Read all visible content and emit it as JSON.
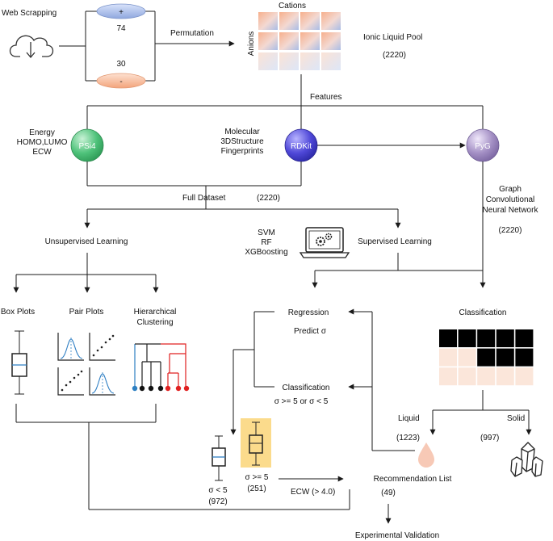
{
  "labels": {
    "web_scrapping": "Web Scrapping",
    "plus": "+",
    "minus": "-",
    "cation_count": "74",
    "anion_count": "30",
    "permutation": "Permutation",
    "cations": "Cations",
    "anions": "Anions",
    "ionic_liquid_pool": "Ionic Liquid Pool",
    "pool_count": "(2220)",
    "features": "Features",
    "energy": "Energy",
    "homo_lumo": "HOMO,LUMO",
    "ecw": "ECW",
    "psi4": "PSi4",
    "molecular": "Molecular",
    "structure3d": "3DStructure",
    "fingerprints": "Fingerprints",
    "rdkit": "RDKit",
    "pyg": "PyG",
    "full_dataset": "Full Dataset",
    "full_count": "(2220)",
    "graph": "Graph",
    "convolutional": "Convolutional",
    "neural_network": "Neural Network",
    "gcn_count": "(2220)",
    "svm": "SVM",
    "rf": "RF",
    "xgboosting": "XGBoosting",
    "unsupervised": "Unsupervised Learning",
    "supervised": "Supervised Learning",
    "box_plots": "Box Plots",
    "pair_plots": "Pair Plots",
    "hierarchical": "Hierarchical",
    "clustering": "Clustering",
    "regression": "Regression",
    "predict_sigma": "Predict σ",
    "classification_reg": "Classification",
    "sigma_rule": "σ >= 5 or σ < 5",
    "classification_gcn": "Classification",
    "liquid": "Liquid",
    "liquid_count": "(1223)",
    "solid": "Solid",
    "solid_count": "(997)",
    "sigma_lt5": "σ < 5",
    "lt5_count": "(972)",
    "sigma_ge5": "σ >= 5",
    "ge5_count": "(251)",
    "ecw_filter": "ECW (> 4.0)",
    "recommendation": "Recommendation List",
    "rec_count": "(49)",
    "experimental": "Experimental Validation"
  },
  "colors": {
    "cation_pill": "#aabde8",
    "anion_pill": "#f6b898",
    "psi4": "#4ec27a",
    "rdkit": "#4f48d8",
    "pyg": "#a38fc4",
    "highlight": "#fbdb8c",
    "grid_dark": "#000000",
    "grid_light": "#fbe6da",
    "lt5_line": "#2f7fc4",
    "cluster_red": "#e02020",
    "cluster_blue": "#2c7fc2",
    "droplet": "#f7c9b6"
  },
  "icons": {
    "cloud": "cloud-download-icon",
    "laptop": "laptop-gears-icon",
    "droplet": "droplet-icon",
    "crystal": "crystal-icon"
  },
  "classification_grid": [
    [
      "dark",
      "dark",
      "dark",
      "dark",
      "dark"
    ],
    [
      "light",
      "light",
      "dark",
      "dark",
      "dark"
    ],
    [
      "light",
      "light",
      "light",
      "light",
      "light"
    ]
  ]
}
